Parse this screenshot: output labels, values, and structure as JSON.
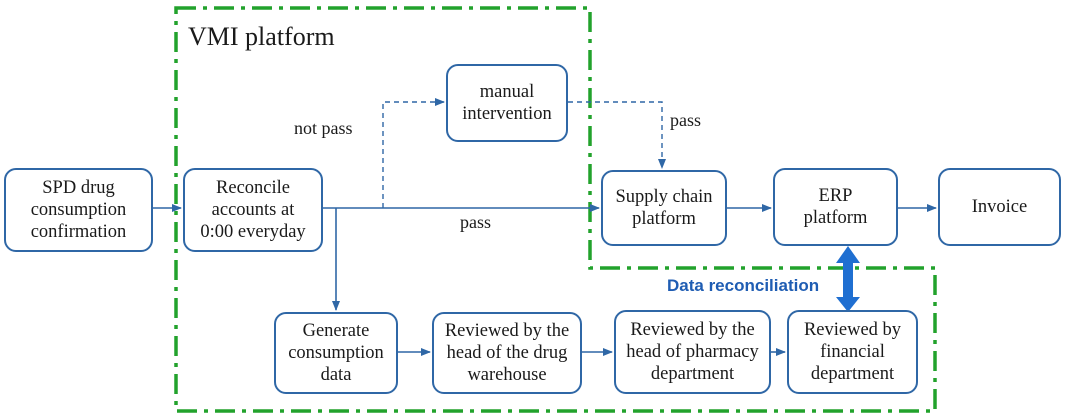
{
  "regions": {
    "vmi_platform": "VMI platform"
  },
  "nodes": {
    "spd": "SPD drug\nconsumption\nconfirmation",
    "reconcile": "Reconcile\naccounts at\n0:00 everyday",
    "manual": "manual\nintervention",
    "supply_chain": "Supply chain\nplatform",
    "erp": "ERP\nplatform",
    "invoice": "Invoice",
    "generate": "Generate\nconsumption\ndata",
    "reviewed_warehouse": "Reviewed by the\nhead of the drug\nwarehouse",
    "reviewed_pharmacy": "Reviewed by the\nhead of pharmacy\ndepartment",
    "reviewed_financial": "Reviewed by\nfinancial\ndepartment"
  },
  "edge_labels": {
    "not_pass": "not pass",
    "pass_top": "pass",
    "pass_mid": "pass",
    "data_reconciliation": "Data reconciliation"
  },
  "colors": {
    "box_border": "#2f67a6",
    "arrow": "#2f67a6",
    "region_border": "#22a22c",
    "double_arrow": "#1f6fd1",
    "reconciliation_text": "#1f5db3"
  }
}
